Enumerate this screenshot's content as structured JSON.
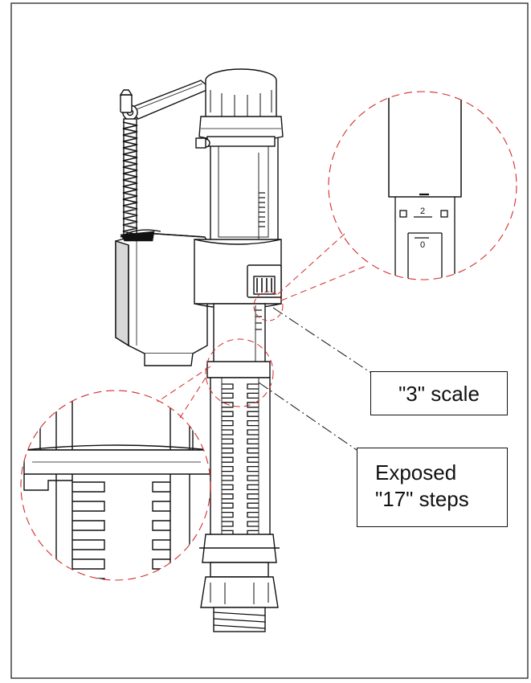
{
  "labels": {
    "scale": "\"3\" scale",
    "steps_line1": "Exposed",
    "steps_line2": "\"17\" steps"
  },
  "detail": {
    "scale_marks": [
      "2",
      "0"
    ]
  },
  "colors": {
    "line": "#111111",
    "detail_circle": "#d42a2a",
    "fill_gray": "#9a9a9a"
  }
}
